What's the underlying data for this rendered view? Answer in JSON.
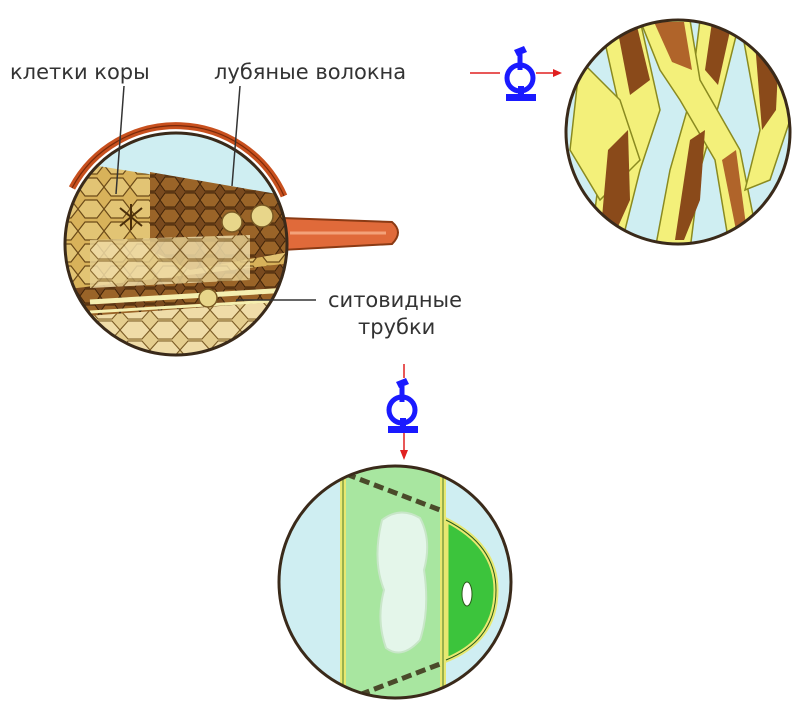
{
  "labels": {
    "bark_cells": "клетки коры",
    "bast_fibers": "лубяные волокна",
    "sieve_tubes_line1": "ситовидные",
    "sieve_tubes_line2": "трубки"
  },
  "icons": {
    "microscope": "microscope-icon",
    "magnifier": "magnifying-glass-icon",
    "arrow": "arrow-icon"
  },
  "colors": {
    "label_text": "#333333",
    "microscope_blue": "#1a1aff",
    "arrow_red": "#e02020",
    "magnifier_rim": "#c8501e",
    "handle": "#e06a3a",
    "view_background": "#cfeef2",
    "fiber_yellow": "#f3f07a",
    "fiber_brown": "#8a4a1a",
    "cell_tan": "#d8b25a",
    "sieve_green": "#a8e6a0",
    "companion_green": "#3cc43c"
  }
}
